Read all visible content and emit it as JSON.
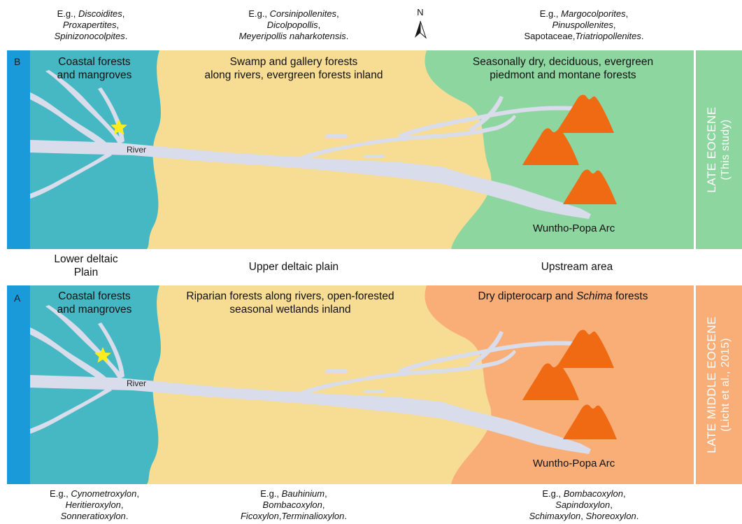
{
  "top_examples": {
    "left": {
      "prefix": "E.g., ",
      "l1": "Discoidites",
      "l1_suffix": ",",
      "l2": "Proxapertites",
      "l2_suffix": ",",
      "l3": "Spinizonocolpites",
      "l3_suffix": "."
    },
    "middle": {
      "prefix": "E.g., ",
      "l1": "Corsinipollenites",
      "l1_suffix": ",",
      "l2": "Dicolpopollis",
      "l2_suffix": ",",
      "l3": "Meyeripollis naharkotensis",
      "l3_suffix": "."
    },
    "right": {
      "prefix": "E.g., ",
      "l1": "Margocolporites",
      "l1_suffix": ",",
      "l2": "Pinuspollenites",
      "l2_suffix": ",",
      "l3_plain": "Sapotaceae,",
      "l3": "Triatriopollenites",
      "l3_suffix": "."
    }
  },
  "north_label": "N",
  "panel_b": {
    "letter": "B",
    "coastal": "Coastal forests\nand mangroves",
    "middle": "Swamp and gallery forests\nalong rivers, evergreen forests inland",
    "upstream": "Seasonally dry, deciduous, evergreen\npiedmont and montane forests",
    "river": "River",
    "arc": "Wuntho-Popa Arc",
    "sidebar_main": "LATE EOCENE",
    "sidebar_sub": "(This study)"
  },
  "middle_labels": {
    "lower": "Lower deltaic\nPlain",
    "upper": "Upper deltaic plain",
    "upstream": "Upstream area"
  },
  "panel_a": {
    "letter": "A",
    "coastal": "Coastal forests\nand mangroves",
    "middle": "Riparian forests along rivers, open-forested\nseasonal wetlands inland",
    "upstream_prefix": "Dry dipterocarp and ",
    "upstream_italic": "Schima",
    "upstream_suffix": " forests",
    "river": "River",
    "arc": "Wuntho-Popa Arc",
    "sidebar_main": "LATE MIDDLE EOCENE",
    "sidebar_sub": "(Licht et al., 2015)"
  },
  "bottom_examples": {
    "left": {
      "prefix": "E.g., ",
      "l1": "Cynometroxylon",
      "l1_suffix": ",",
      "l2": "Heritieroxylon",
      "l2_suffix": ",",
      "l3": "Sonneratioxylon",
      "l3_suffix": "."
    },
    "middle": {
      "prefix": "E.g., ",
      "l1": "Bauhinium",
      "l1_suffix": ",",
      "l2": "Bombacoxylon",
      "l2_suffix": ",",
      "l3": "Ficoxylon",
      "l3_mid": ",",
      "l3b": "Terminalioxylon",
      "l3_suffix": "."
    },
    "right": {
      "prefix": "E.g., ",
      "l1": "Bombacoxylon",
      "l1_suffix": ",",
      "l2": "Sapindoxylon",
      "l2_suffix": ",",
      "l3": "Schimaxylon",
      "l3_mid": ", ",
      "l3b": "Shoreoxylon",
      "l3_suffix": "."
    }
  },
  "colors": {
    "ocean_blue": "#1a9ad9",
    "coastal_teal": "#45b8c4",
    "deltaic_yellow": "#f7dc94",
    "upstream_green": "#8dd6a0",
    "upstream_orange": "#f9ae78",
    "river": "#d9dcea",
    "volcano": "#ef6a12",
    "star": "#ffec1c"
  },
  "icons": [
    "north-arrow-icon",
    "star-icon",
    "volcano-icon"
  ]
}
